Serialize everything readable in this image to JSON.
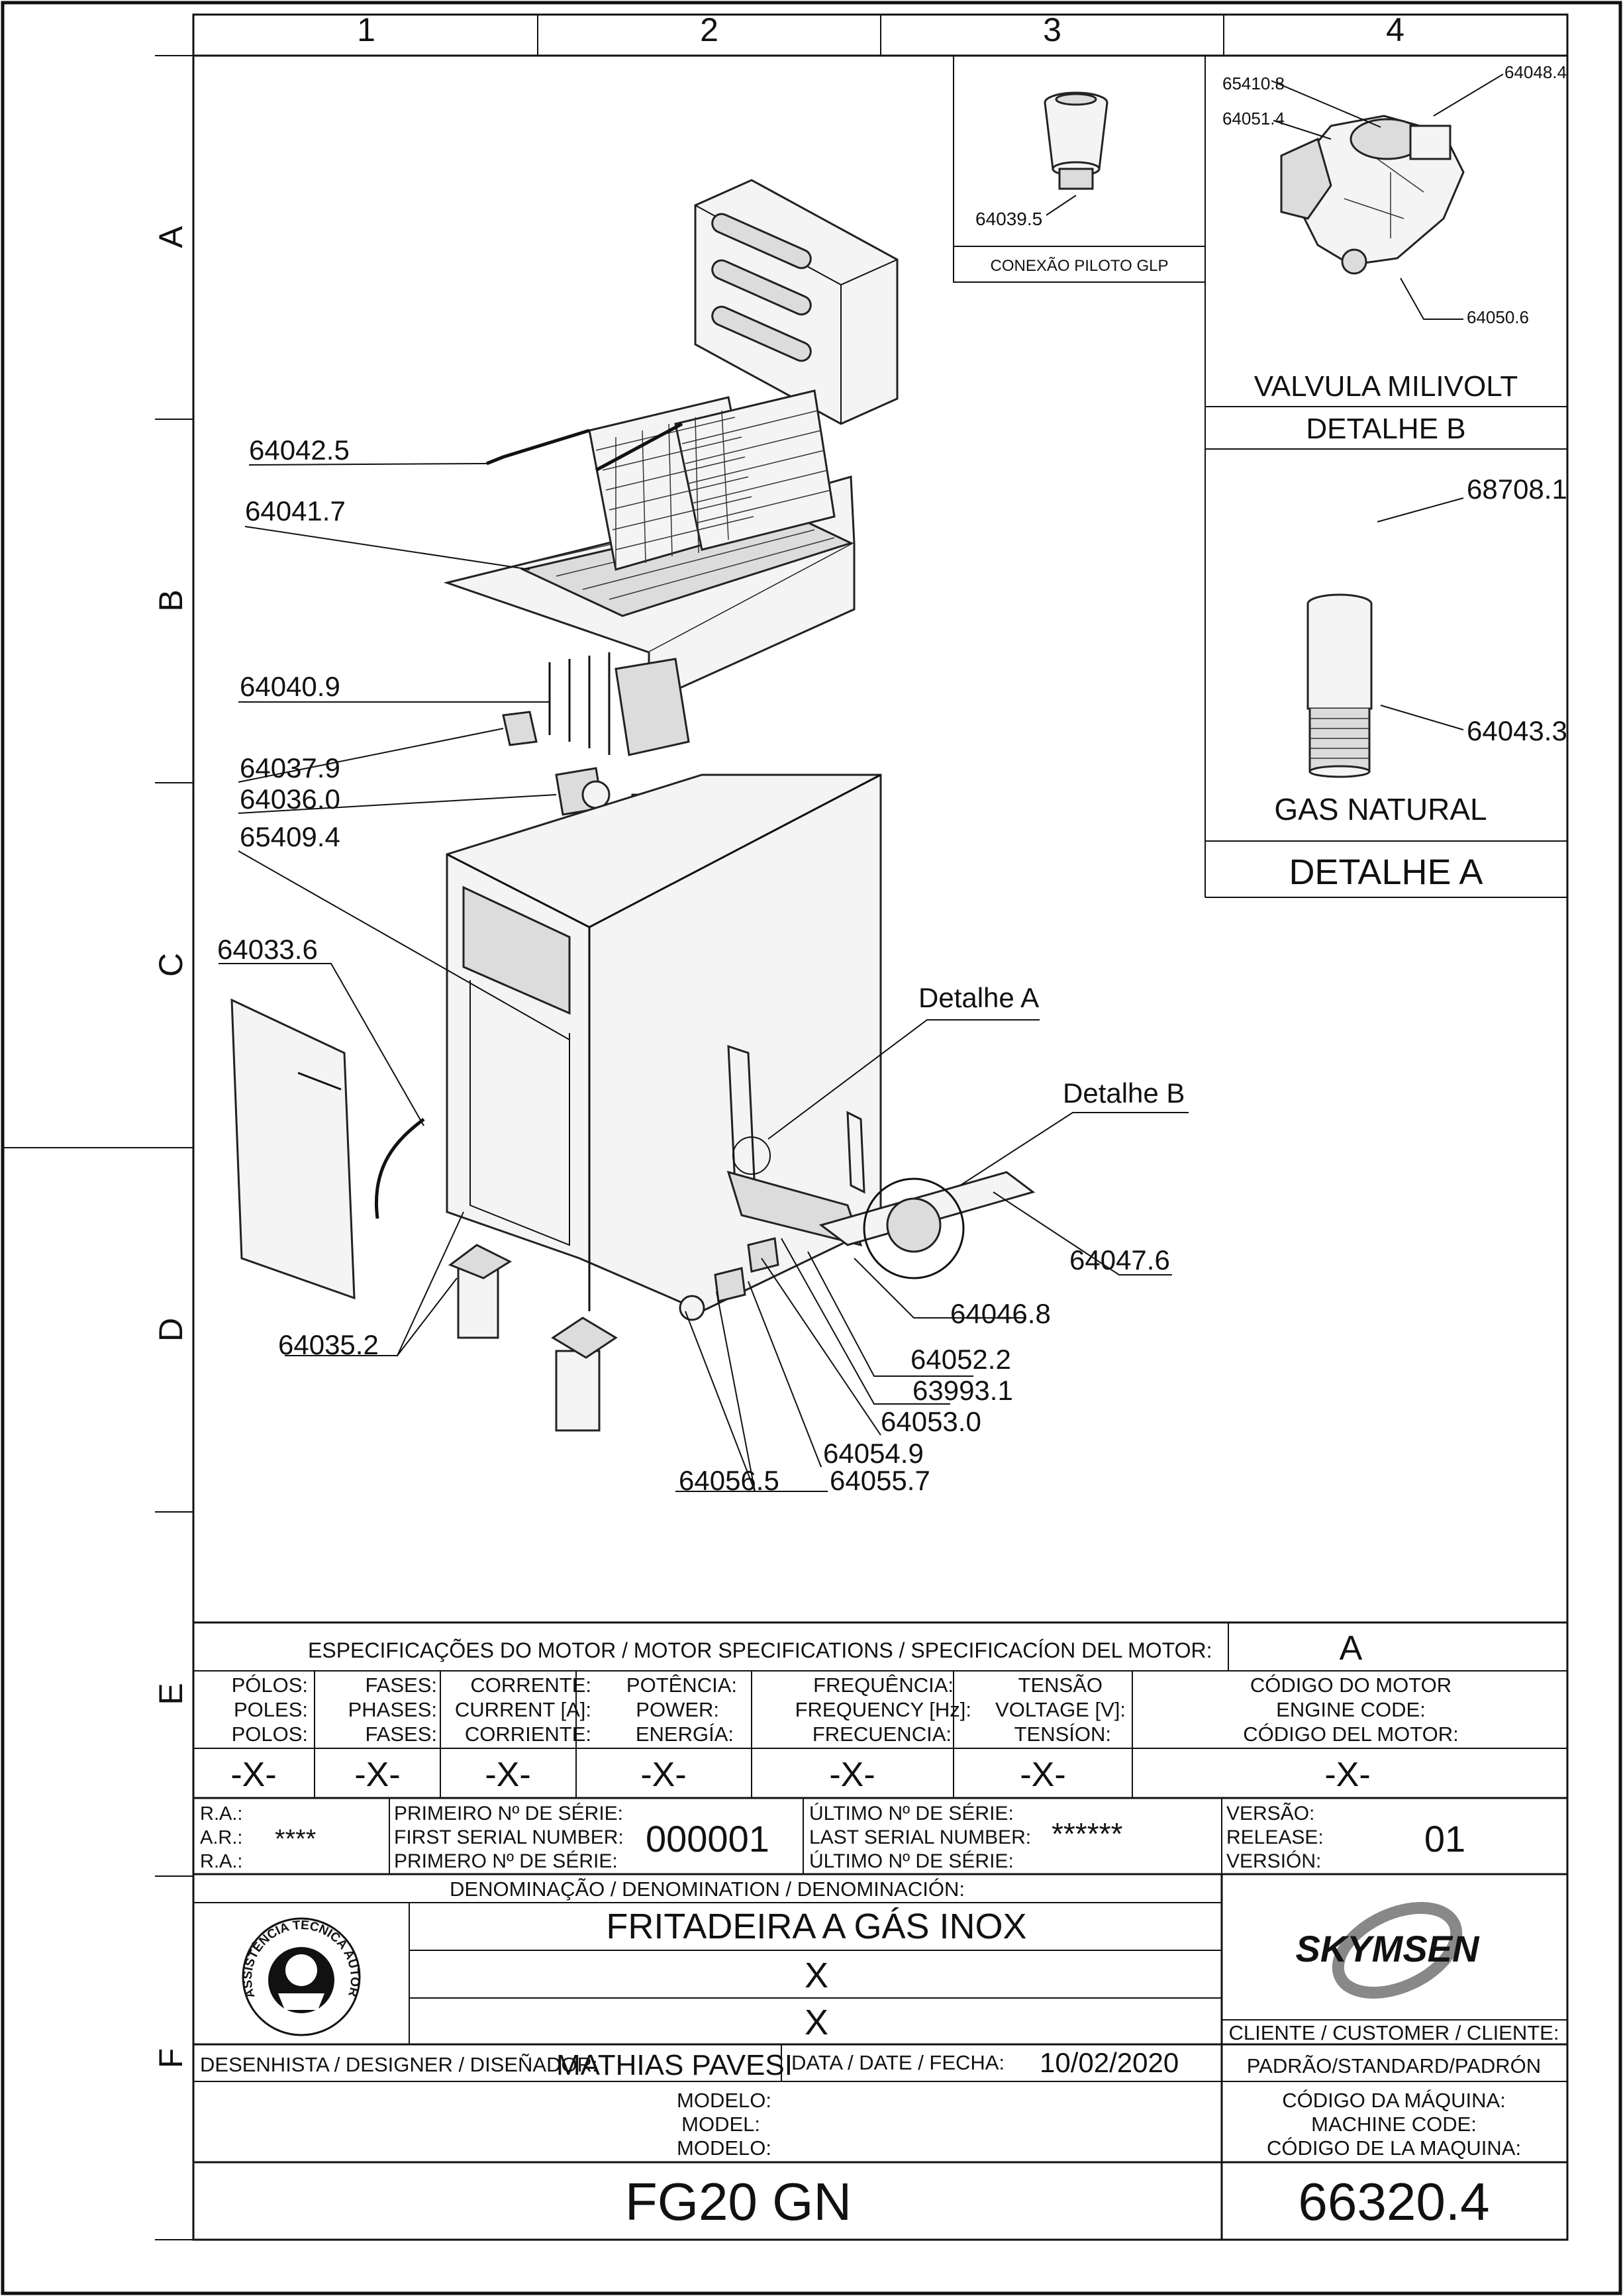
{
  "grid": {
    "columns": [
      "1",
      "2",
      "3",
      "4"
    ],
    "rows": [
      "A",
      "B",
      "C",
      "D",
      "E",
      "F"
    ]
  },
  "callouts": {
    "c64042_5": "64042.5",
    "c64041_7": "64041.7",
    "c64040_9": "64040.9",
    "c64037_9": "64037.9",
    "c64036_0": "64036.0",
    "c65409_4": "65409.4",
    "c64033_6": "64033.6",
    "c64035_2": "64035.2",
    "c64056_5": "64056.5",
    "c64055_7": "64055.7",
    "c64054_9": "64054.9",
    "c64053_0": "64053.0",
    "c63993_1": "63993.1",
    "c64052_2": "64052.2",
    "c64046_8": "64046.8",
    "c64047_6": "64047.6",
    "detalhe_a": "Detalhe A",
    "detalhe_b": "Detalhe B"
  },
  "detail_glp": {
    "part": "64039.5",
    "caption": "CONEXÃO PILOTO GLP"
  },
  "detail_b": {
    "parts": [
      "65410.8",
      "64051.4",
      "64048.4",
      "64050.6"
    ],
    "title": "VALVULA MILIVOLT",
    "caption": "DETALHE B"
  },
  "detail_a": {
    "part_top": "68708.1",
    "part_nozzle": "64043.3",
    "title": "GAS NATURAL",
    "caption": "DETALHE A"
  },
  "motor": {
    "heading": "ESPECIFICAÇÕES DO MOTOR / MOTOR SPECIFICATIONS / SPECIFICACÍON DEL MOTOR:",
    "code": "A",
    "columns": [
      {
        "l1": "PÓLOS:",
        "l2": "POLES:",
        "l3": "POLOS:",
        "value": "-X-"
      },
      {
        "l1": "FASES:",
        "l2": "PHASES:",
        "l3": "FASES:",
        "value": "-X-"
      },
      {
        "l1": "CORRENTE:",
        "l2": "CURRENT [A]:",
        "l3": "CORRIENTE:",
        "value": "-X-"
      },
      {
        "l1": "POTÊNCIA:",
        "l2": "POWER:",
        "l3": "ENERGÍA:",
        "value": "-X-"
      },
      {
        "l1": "FREQUÊNCIA:",
        "l2": "FREQUENCY [Hz]:",
        "l3": "FRECUENCIA:",
        "value": "-X-"
      },
      {
        "l1": "TENSÃO",
        "l2": "VOLTAGE [V]:",
        "l3": "TENSÍON:",
        "value": "-X-"
      },
      {
        "l1": "CÓDIGO DO MOTOR",
        "l2": "ENGINE CODE:",
        "l3": "CÓDIGO DEL MOTOR:",
        "value": "-X-"
      }
    ]
  },
  "serial": {
    "ra1": "R.A.:",
    "ar": "A.R.:",
    "ra2": "R.A.:",
    "ra_value": "****",
    "first_l1": "PRIMEIRO Nº DE SÉRIE:",
    "first_l2": "FIRST SERIAL NUMBER:",
    "first_l3": "PRIMERO Nº DE SÉRIE:",
    "first_value": "000001",
    "last_l1": "ÚLTIMO Nº DE SÉRIE:",
    "last_l2": "LAST SERIAL NUMBER:",
    "last_l3": "ÚLTIMO Nº DE SÉRIE:",
    "last_value": "******",
    "version_l1": "VERSÃO:",
    "version_l2": "RELEASE:",
    "version_l3": "VERSIÓN:",
    "version_value": "01"
  },
  "title_block": {
    "denomination_label": "DENOMINAÇÃO / DENOMINATION / DENOMINACIÓN:",
    "denomination_1": "FRITADEIRA A GÁS INOX",
    "denomination_2": "X",
    "denomination_3": "X",
    "seal_text_top": "ASSISTÊNCIA TÉCNICA AUTORIZADA",
    "brand": "SKYMSEN",
    "client_label": "CLIENTE / CUSTOMER / CLIENTE:",
    "client_value": "PADRÃO/STANDARD/PADRÓN",
    "designer_label": "DESENHISTA / DESIGNER / DISEÑADOR:",
    "designer_value": "MATHIAS PAVESI",
    "date_label": "DATA / DATE / FECHA:",
    "date_value": "10/02/2020",
    "model_l1": "MODELO:",
    "model_l2": "MODEL:",
    "model_l3": "MODELO:",
    "model_value": "FG20 GN",
    "machine_l1": "CÓDIGO DA MÁQUINA:",
    "machine_l2": "MACHINE CODE:",
    "machine_l3": "CÓDIGO DE LA MAQUINA:",
    "machine_value": "66320.4"
  }
}
